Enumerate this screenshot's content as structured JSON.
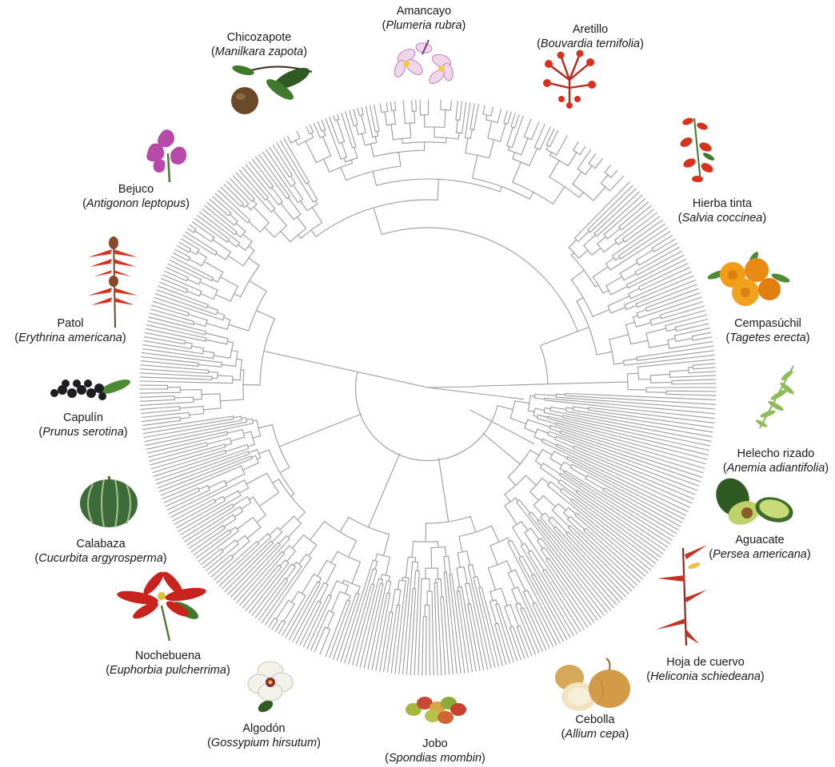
{
  "labels": [
    {
      "id": "amancayo",
      "common": "Amancayo",
      "scientific": "Plumeria rubra",
      "icon": "plumeria-flower-icon"
    },
    {
      "id": "aretillo",
      "common": "Aretillo",
      "scientific": "Bouvardia ternifolia",
      "icon": "bouvardia-flower-icon"
    },
    {
      "id": "chicozapote",
      "common": "Chicozapote",
      "scientific": "Manilkara zapota",
      "icon": "sapodilla-fruit-icon"
    },
    {
      "id": "bejuco",
      "common": "Bejuco",
      "scientific": "Antigonon leptopus",
      "icon": "antigonon-flower-icon"
    },
    {
      "id": "hierba-tinta",
      "common": "Hierba tinta",
      "scientific": "Salvia coccinea",
      "icon": "salvia-flower-icon"
    },
    {
      "id": "cempasuchil",
      "common": "Cempasúchil",
      "scientific": "Tagetes erecta",
      "icon": "marigold-flower-icon"
    },
    {
      "id": "patol",
      "common": "Patol",
      "scientific": "Erythrina americana",
      "icon": "erythrina-flower-icon"
    },
    {
      "id": "capulin",
      "common": "Capulín",
      "scientific": "Prunus serotina",
      "icon": "cherry-fruit-icon"
    },
    {
      "id": "helecho",
      "common": "Helecho rizado",
      "scientific": "Anemia adiantifolia",
      "icon": "fern-leaf-icon"
    },
    {
      "id": "aguacate",
      "common": "Aguacate",
      "scientific": "Persea americana",
      "icon": "avocado-fruit-icon"
    },
    {
      "id": "calabaza",
      "common": "Calabaza",
      "scientific": "Cucurbita argyrosperma",
      "icon": "squash-fruit-icon"
    },
    {
      "id": "hoja-cuervo",
      "common": "Hoja de cuervo",
      "scientific": "Heliconia schiedeana",
      "icon": "heliconia-flower-icon"
    },
    {
      "id": "nochebuena",
      "common": "Nochebuena",
      "scientific": "Euphorbia pulcherrima",
      "icon": "poinsettia-flower-icon"
    },
    {
      "id": "cebolla",
      "common": "Cebolla",
      "scientific": "Allium cepa",
      "icon": "onion-bulb-icon"
    },
    {
      "id": "algodon",
      "common": "Algodón",
      "scientific": "Gossypium hirsutum",
      "icon": "cotton-flower-icon"
    },
    {
      "id": "jobo",
      "common": "Jobo",
      "scientific": "Spondias mombin",
      "icon": "hogplum-fruit-icon"
    }
  ],
  "colors": {
    "branch": "#9b9b9b",
    "text": "#1a1a1a",
    "red_flower": "#d8321e",
    "orange_flower": "#e98a12",
    "magenta_flower": "#b74aa9",
    "leaf_green": "#3f7a2c",
    "squash_green": "#3d6b3a",
    "avocado_green": "#7fa63a",
    "onion_gold": "#d7a85a",
    "dark_fruit": "#1d1d22"
  }
}
